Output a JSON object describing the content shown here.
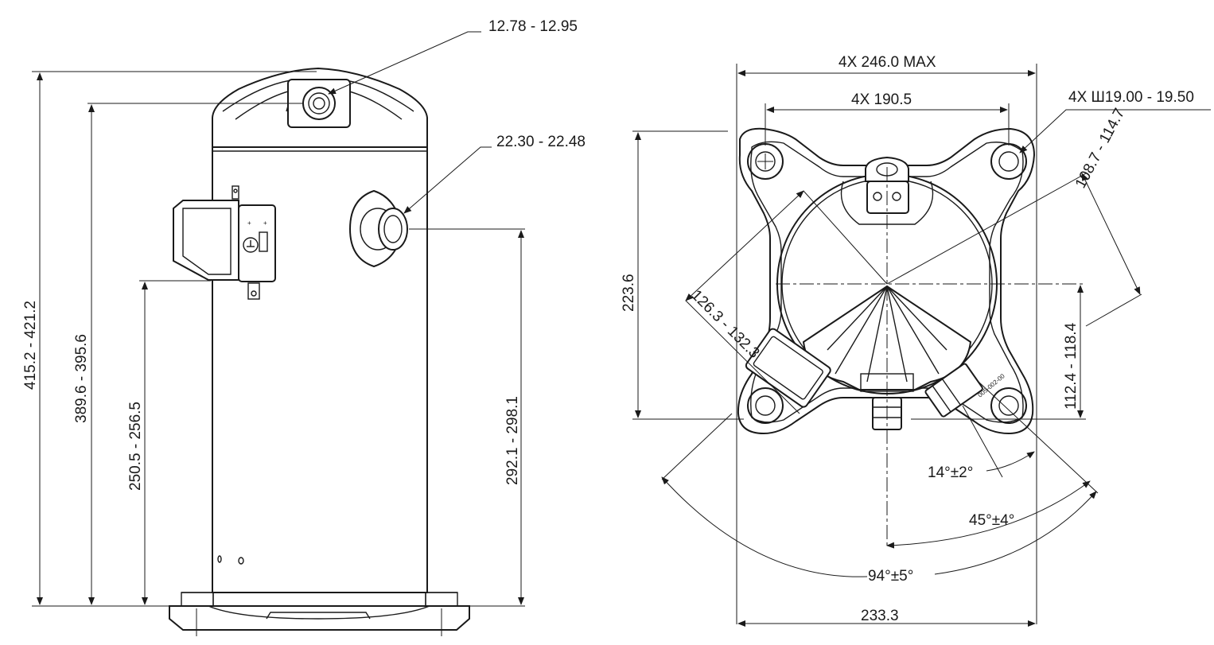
{
  "side_view": {
    "dim_top_fitting": "12.78 - 12.95",
    "dim_side_fitting": "22.30 - 22.48",
    "dim_total_height": "415.2 - 421.2",
    "dim_top_fitting_height": "389.6 - 395.6",
    "dim_box_height": "250.5 - 256.5",
    "dim_side_fitting_height": "292.1 - 298.1"
  },
  "top_view": {
    "dim_max_width": "4X 246.0 MAX",
    "dim_hole_spacing": "4X 190.5",
    "dim_hole_diameter": "4X Ш19.00 - 19.50",
    "dim_depth": "223.6",
    "dim_radius_right": "108.7 - 114.7",
    "dim_radius_left": "126.3 - 132.3",
    "dim_offset": "112.4 - 118.4",
    "angle_small": "14°±2°",
    "angle_mid": "45°±4°",
    "angle_large": "94°±5°",
    "dim_base_width": "233.3",
    "label_tiny": "005-002-00"
  }
}
